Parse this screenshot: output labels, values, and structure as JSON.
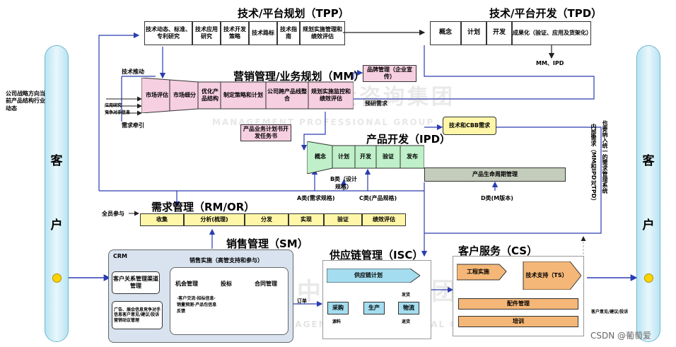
{
  "tpp": {
    "title": "技术/平台规划（TPP）",
    "items": [
      "技术动态、标准、专利研究",
      "技术应用研究",
      "技术开发策略",
      "技术路标",
      "技术指南",
      "规划实施管理和绩效评估"
    ]
  },
  "tpd": {
    "title": "技术/平台开发（TPD）",
    "items": [
      "概念",
      "计划",
      "开发",
      "成果化（验证、应用及货架化）"
    ],
    "output": "MM、IPD"
  },
  "customer": {
    "left": [
      "客",
      "户"
    ],
    "right": [
      "客",
      "户"
    ]
  },
  "left_notes": {
    "strategy": "公司战略方向当前产品结构行业动态"
  },
  "mm": {
    "title": "营销管理/业务规划（MM）",
    "tech_push": "技术推动",
    "demand_pull": "需求牵引",
    "app_research": "应用研究",
    "competitor_info": "竞争对手信息",
    "funnel": [
      "市场评估",
      "市场细分",
      "优化产品结构",
      "制定策略和计划",
      "公司跨产品线整合",
      "规划实施监控和绩效评估"
    ],
    "brand": "品牌管理（企业宣传）",
    "prereq": "预研需求",
    "plan_book": "产品业务计划书开发任务书"
  },
  "cbb": {
    "label": "技术和CBB需求"
  },
  "right_notes": {
    "unified": "也要纳入统一的需求管理系统",
    "internal": "内部需求（MM和IPD对TPD）"
  },
  "ipd": {
    "title": "产品开发（IPD）",
    "phases": [
      "概念",
      "计划",
      "开发",
      "验证",
      "发布"
    ],
    "plm": "产品生命周期管理",
    "b_label": "B类（设计规格）",
    "a_label": "A类(需求规格)",
    "c_label": "C类(产品规格)",
    "d_label": "D类(M版本)"
  },
  "rm": {
    "title": "需求管理（RM/OR）",
    "all_staff": "全员参与",
    "steps": [
      "收集",
      "分析(梳理)",
      "分发",
      "实现",
      "验证",
      "绩效评估"
    ]
  },
  "sm": {
    "title": "销售管理（SM）",
    "crm": "CRM",
    "crm_box": "客户关系管理渠道管理",
    "ads": "广告、展会信息竞争对手信息客户意见/建议/投诉营销动议管理",
    "sales_title": "销售实施（高管支持和参与）",
    "flow": [
      "机会管理",
      "投标",
      "合同管理"
    ],
    "details": "·客户交流·招标信息·销量预测·产品包信息反馈",
    "order": "订单"
  },
  "isc": {
    "title": "供应链管理（ISC）",
    "plan": "供应链计划",
    "items": [
      "采购",
      "生产",
      "物流"
    ],
    "ship": "发货",
    "source": "源料",
    "return": "退货"
  },
  "cs": {
    "title": "客户服务（CS）",
    "engineering": "工程实施",
    "tech_support": "技术支持（TS）",
    "parts": "配件管理",
    "training": "培训",
    "feedback": "客户意见/建议/投诉"
  },
  "watermark": {
    "main": "中大咨询集团",
    "sub": "MANAGEMENT PROFESSIONAL GROUP"
  },
  "credit": "CSDN @葡萄爱"
}
